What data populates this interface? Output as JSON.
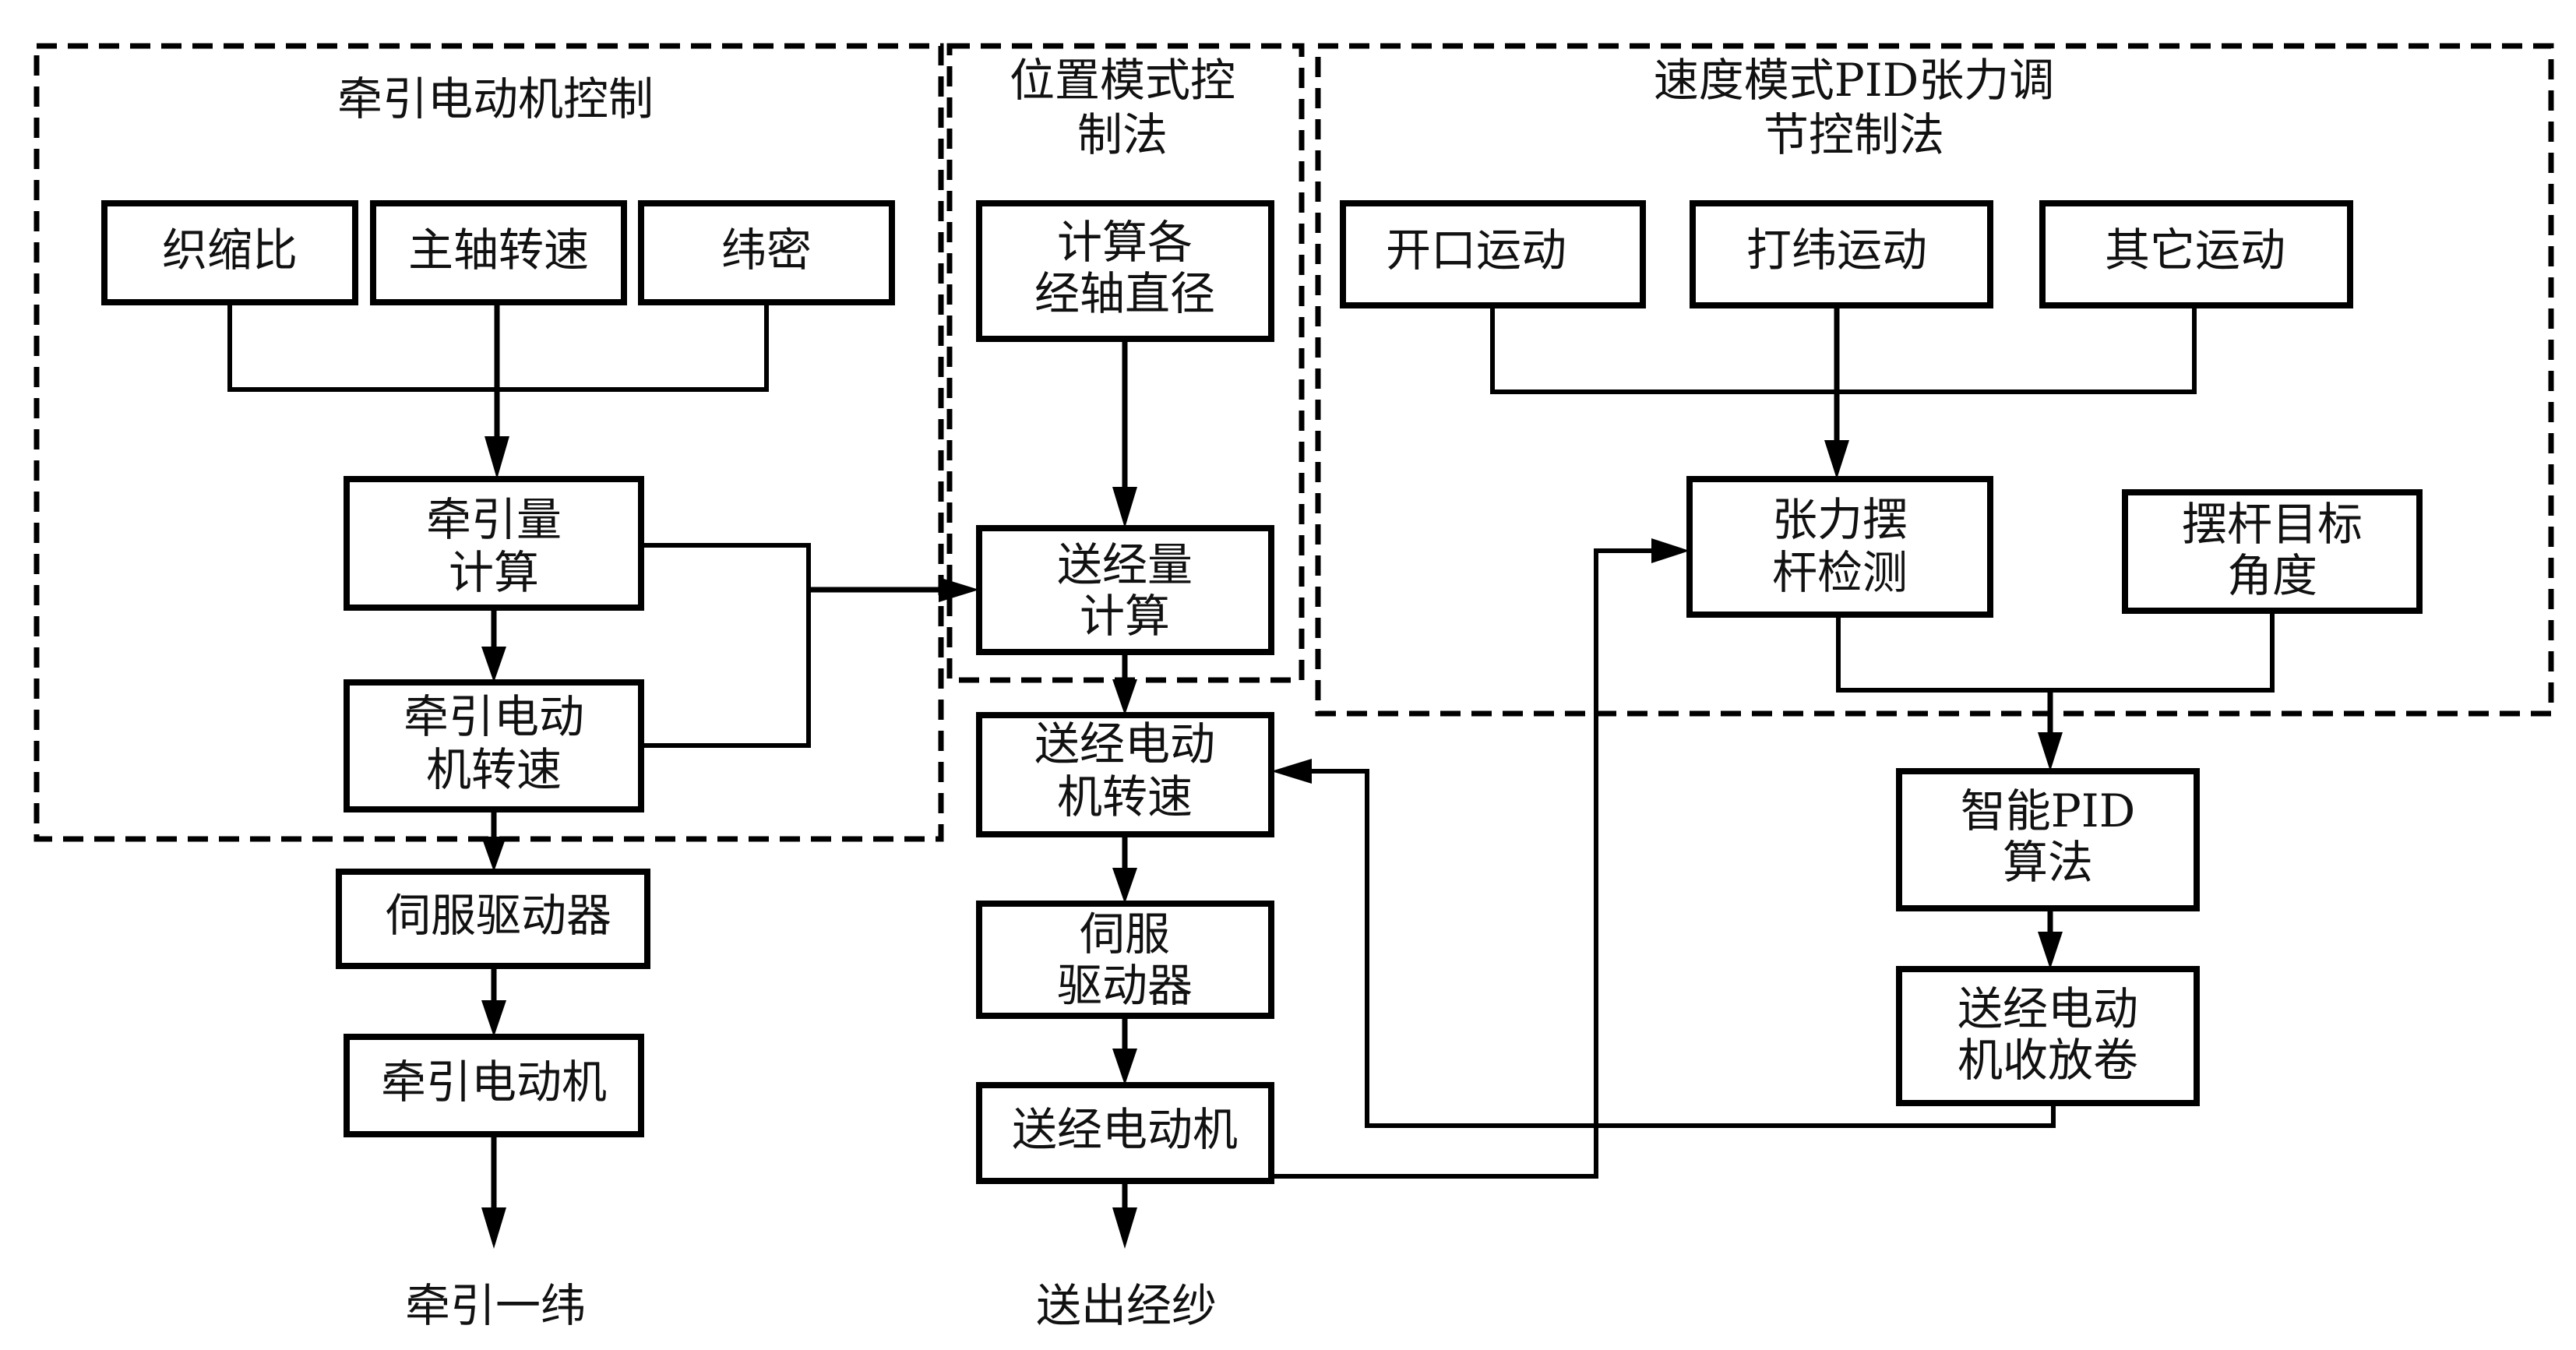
{
  "groups": {
    "traction": {
      "title": [
        "牵引电动机控制"
      ]
    },
    "position": {
      "title": [
        "位置模式控",
        "制法"
      ]
    },
    "speed": {
      "title": [
        "速度模式PID张力调",
        "节控制法"
      ]
    }
  },
  "nodes": {
    "weave_shrink": [
      "织缩比"
    ],
    "spindle_speed": [
      "主轴转速"
    ],
    "weft_density": [
      "纬密"
    ],
    "traction_calc": [
      "牵引量",
      "计算"
    ],
    "traction_motor_speed": [
      "牵引电动",
      "机转速"
    ],
    "servo_left": [
      "伺服驱动器"
    ],
    "traction_motor": [
      "牵引电动机"
    ],
    "beam_diameter": [
      "计算各",
      "经轴直径"
    ],
    "letoff_calc": [
      "送经量",
      "计算"
    ],
    "letoff_motor_speed": [
      "送经电动",
      "机转速"
    ],
    "servo_mid": [
      "伺服",
      "驱动器"
    ],
    "letoff_motor": [
      "送经电动机"
    ],
    "shedding": [
      "开口运动"
    ],
    "beating": [
      "打纬运动"
    ],
    "other_motion": [
      "其它运动"
    ],
    "tension_detect": [
      "张力摆",
      "杆检测"
    ],
    "target_angle": [
      "摆杆目标",
      "角度"
    ],
    "smart_pid": [
      "智能PID",
      "算法"
    ],
    "letoff_winding": [
      "送经电动",
      "机收放卷"
    ]
  },
  "outputs": {
    "traction_out": "牵引一纬",
    "letoff_out": "送出经纱"
  }
}
